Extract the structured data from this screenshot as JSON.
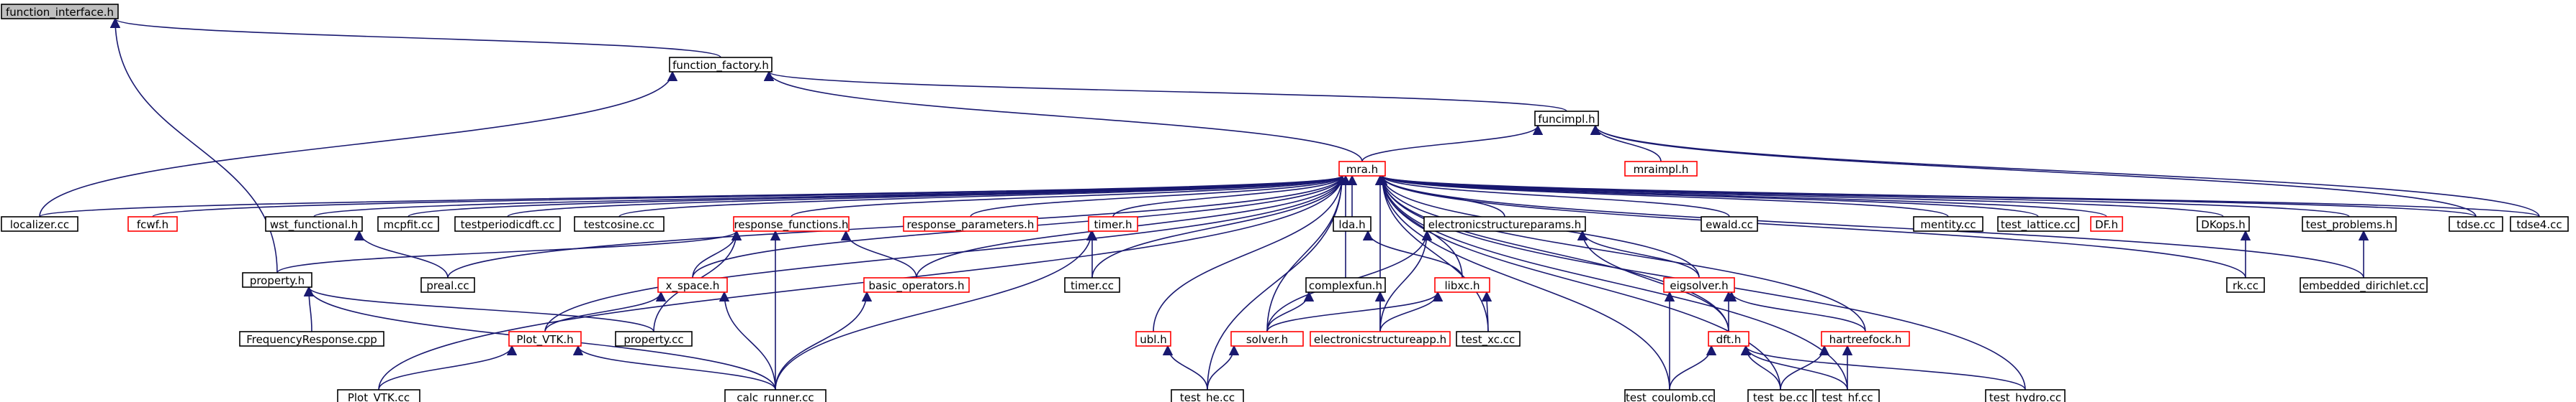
{
  "diagram": {
    "title": "",
    "colors": {
      "edge": "#191970",
      "border_normal": "#000000",
      "border_external": "#ff0000",
      "highlight_fill": "#bfbfbf",
      "text": "#000000"
    },
    "nodes": [
      {
        "id": "function_interface",
        "label": "function_interface.h",
        "style": "highlight"
      },
      {
        "id": "function_factory",
        "label": "function_factory.h",
        "style": "normal"
      },
      {
        "id": "funcimpl",
        "label": "funcimpl.h",
        "style": "normal"
      },
      {
        "id": "mraimpl",
        "label": "mraimpl.h",
        "style": "external"
      },
      {
        "id": "mra",
        "label": "mra.h",
        "style": "external"
      },
      {
        "id": "localizer",
        "label": "localizer.cc",
        "style": "normal"
      },
      {
        "id": "fcwf",
        "label": "fcwf.h",
        "style": "external"
      },
      {
        "id": "wst_functional",
        "label": "wst_functional.h",
        "style": "normal"
      },
      {
        "id": "mcpfit",
        "label": "mcpfit.cc",
        "style": "normal"
      },
      {
        "id": "testperiodicdft",
        "label": "testperiodicdft.cc",
        "style": "normal"
      },
      {
        "id": "testcosine",
        "label": "testcosine.cc",
        "style": "normal"
      },
      {
        "id": "response_functions",
        "label": "response_functions.h",
        "style": "external"
      },
      {
        "id": "response_parameters",
        "label": "response_parameters.h",
        "style": "external"
      },
      {
        "id": "timer",
        "label": "timer.h",
        "style": "external"
      },
      {
        "id": "lda",
        "label": "lda.h",
        "style": "normal"
      },
      {
        "id": "electronicstructureparams",
        "label": "electronicstructureparams.h",
        "style": "normal"
      },
      {
        "id": "ewald",
        "label": "ewald.cc",
        "style": "normal"
      },
      {
        "id": "mentity",
        "label": "mentity.cc",
        "style": "normal"
      },
      {
        "id": "test_lattice",
        "label": "test_lattice.cc",
        "style": "normal"
      },
      {
        "id": "DF",
        "label": "DF.h",
        "style": "external"
      },
      {
        "id": "DKops",
        "label": "DKops.h",
        "style": "normal"
      },
      {
        "id": "test_problems",
        "label": "test_problems.h",
        "style": "normal"
      },
      {
        "id": "tdse",
        "label": "tdse.cc",
        "style": "normal"
      },
      {
        "id": "tdse4",
        "label": "tdse4.cc",
        "style": "normal"
      },
      {
        "id": "property",
        "label": "property.h",
        "style": "normal"
      },
      {
        "id": "preal",
        "label": "preal.cc",
        "style": "normal"
      },
      {
        "id": "x_space",
        "label": "x_space.h",
        "style": "external"
      },
      {
        "id": "basic_operators",
        "label": "basic_operators.h",
        "style": "external"
      },
      {
        "id": "timer_cc",
        "label": "timer.cc",
        "style": "normal"
      },
      {
        "id": "complexfun",
        "label": "complexfun.h",
        "style": "normal"
      },
      {
        "id": "libxc",
        "label": "libxc.h",
        "style": "external"
      },
      {
        "id": "eigsolver",
        "label": "eigsolver.h",
        "style": "external"
      },
      {
        "id": "rk",
        "label": "rk.cc",
        "style": "normal"
      },
      {
        "id": "embedded_dirichlet",
        "label": "embedded_dirichlet.cc",
        "style": "normal"
      },
      {
        "id": "FrequencyResponse",
        "label": "FrequencyResponse.cpp",
        "style": "normal"
      },
      {
        "id": "Plot_VTK_h",
        "label": "Plot_VTK.h",
        "style": "external"
      },
      {
        "id": "property_cc",
        "label": "property.cc",
        "style": "normal"
      },
      {
        "id": "ubl",
        "label": "ubl.h",
        "style": "external"
      },
      {
        "id": "solver",
        "label": "solver.h",
        "style": "external"
      },
      {
        "id": "electronicstructureapp",
        "label": "electronicstructureapp.h",
        "style": "external"
      },
      {
        "id": "test_xc",
        "label": "test_xc.cc",
        "style": "normal"
      },
      {
        "id": "dft",
        "label": "dft.h",
        "style": "external"
      },
      {
        "id": "hartreefock",
        "label": "hartreefock.h",
        "style": "external"
      },
      {
        "id": "Plot_VTK_cc",
        "label": "Plot_VTK.cc",
        "style": "normal"
      },
      {
        "id": "calc_runner",
        "label": "calc_runner.cc",
        "style": "normal"
      },
      {
        "id": "test_he",
        "label": "test_he.cc",
        "style": "normal"
      },
      {
        "id": "test_coulomb",
        "label": "test_coulomb.cc",
        "style": "normal"
      },
      {
        "id": "test_be",
        "label": "test_be.cc",
        "style": "normal"
      },
      {
        "id": "test_hf",
        "label": "test_hf.cc",
        "style": "normal"
      },
      {
        "id": "test_hydro",
        "label": "test_hydro.cc",
        "style": "normal"
      }
    ],
    "edges": [
      [
        "function_factory",
        "function_interface"
      ],
      [
        "property",
        "function_interface"
      ],
      [
        "funcimpl",
        "function_factory"
      ],
      [
        "mra",
        "function_factory"
      ],
      [
        "localizer",
        "function_factory"
      ],
      [
        "mra",
        "funcimpl"
      ],
      [
        "mraimpl",
        "funcimpl"
      ],
      [
        "tdse",
        "funcimpl"
      ],
      [
        "tdse4",
        "funcimpl"
      ],
      [
        "localizer",
        "mra"
      ],
      [
        "fcwf",
        "mra"
      ],
      [
        "wst_functional",
        "mra"
      ],
      [
        "mcpfit",
        "mra"
      ],
      [
        "testperiodicdft",
        "mra"
      ],
      [
        "testcosine",
        "mra"
      ],
      [
        "response_functions",
        "mra"
      ],
      [
        "response_parameters",
        "mra"
      ],
      [
        "timer",
        "mra"
      ],
      [
        "lda",
        "mra"
      ],
      [
        "electronicstructureparams",
        "mra"
      ],
      [
        "ewald",
        "mra"
      ],
      [
        "mentity",
        "mra"
      ],
      [
        "test_lattice",
        "mra"
      ],
      [
        "DF",
        "mra"
      ],
      [
        "DKops",
        "mra"
      ],
      [
        "test_problems",
        "mra"
      ],
      [
        "tdse",
        "mra"
      ],
      [
        "tdse4",
        "mra"
      ],
      [
        "preal",
        "mra"
      ],
      [
        "x_space",
        "mra"
      ],
      [
        "basic_operators",
        "mra"
      ],
      [
        "timer_cc",
        "mra"
      ],
      [
        "ubl",
        "mra"
      ],
      [
        "complexfun",
        "mra"
      ],
      [
        "solver",
        "mra"
      ],
      [
        "libxc",
        "mra"
      ],
      [
        "electronicstructureapp",
        "mra"
      ],
      [
        "test_xc",
        "mra"
      ],
      [
        "eigsolver",
        "mra"
      ],
      [
        "dft",
        "mra"
      ],
      [
        "hartreefock",
        "mra"
      ],
      [
        "test_he",
        "mra"
      ],
      [
        "test_coulomb",
        "mra"
      ],
      [
        "test_be",
        "mra"
      ],
      [
        "test_hf",
        "mra"
      ],
      [
        "test_hydro",
        "mra"
      ],
      [
        "rk",
        "mra"
      ],
      [
        "embedded_dirichlet",
        "mra"
      ],
      [
        "Plot_VTK_h",
        "mra"
      ],
      [
        "Plot_VTK_cc",
        "mra"
      ],
      [
        "preal",
        "wst_functional"
      ],
      [
        "property",
        "response_functions"
      ],
      [
        "x_space",
        "response_functions"
      ],
      [
        "basic_operators",
        "response_functions"
      ],
      [
        "calc_runner",
        "response_functions"
      ],
      [
        "property_cc",
        "response_functions"
      ],
      [
        "timer_cc",
        "timer"
      ],
      [
        "calc_runner",
        "timer"
      ],
      [
        "libxc",
        "lda"
      ],
      [
        "solver",
        "electronicstructureparams"
      ],
      [
        "electronicstructureapp",
        "electronicstructureparams"
      ],
      [
        "eigsolver",
        "electronicstructureparams"
      ],
      [
        "dft",
        "electronicstructureparams"
      ],
      [
        "rk",
        "DKops"
      ],
      [
        "embedded_dirichlet",
        "test_problems"
      ],
      [
        "FrequencyResponse",
        "property"
      ],
      [
        "property_cc",
        "property"
      ],
      [
        "calc_runner",
        "property"
      ],
      [
        "Plot_VTK_h",
        "x_space"
      ],
      [
        "calc_runner",
        "x_space"
      ],
      [
        "calc_runner",
        "basic_operators"
      ],
      [
        "solver",
        "complexfun"
      ],
      [
        "electronicstructureapp",
        "complexfun"
      ],
      [
        "solver",
        "libxc"
      ],
      [
        "electronicstructureapp",
        "libxc"
      ],
      [
        "test_xc",
        "libxc"
      ],
      [
        "dft",
        "eigsolver"
      ],
      [
        "hartreefock",
        "eigsolver"
      ],
      [
        "test_coulomb",
        "eigsolver"
      ],
      [
        "Plot_VTK_cc",
        "Plot_VTK_h"
      ],
      [
        "calc_runner",
        "Plot_VTK_h"
      ],
      [
        "test_he",
        "ubl"
      ],
      [
        "test_he",
        "solver"
      ],
      [
        "test_coulomb",
        "dft"
      ],
      [
        "test_be",
        "dft"
      ],
      [
        "test_hf",
        "dft"
      ],
      [
        "test_hydro",
        "dft"
      ],
      [
        "test_be",
        "hartreefock"
      ],
      [
        "test_hf",
        "hartreefock"
      ]
    ]
  }
}
